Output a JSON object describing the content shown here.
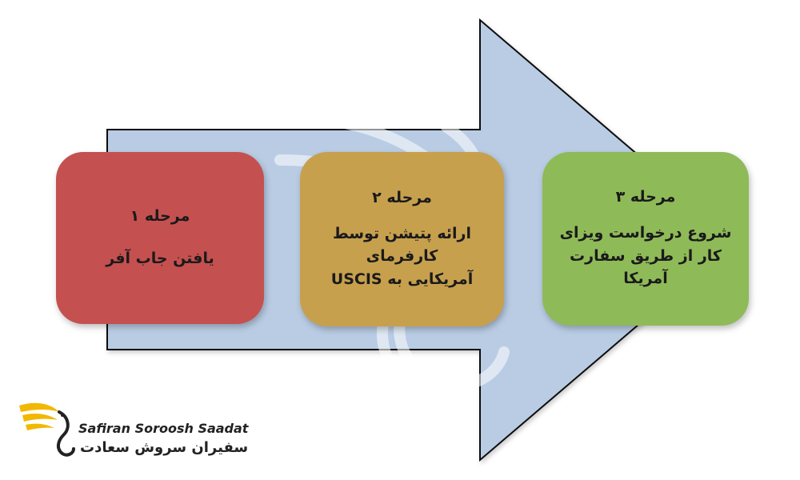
{
  "steps": [
    {
      "title": "مرحله ۱",
      "text": "یافتن جاب آفر",
      "color": "#c55050"
    },
    {
      "title": "مرحله ۲",
      "text": "ارائه پتیشن توسط\nکارفرمای\nآمریکایی به USCIS",
      "color": "#c7a04e"
    },
    {
      "title": "مرحله ۳",
      "text": "شروع درخواست ویزای\nکار از طریق سفارت\nآمریکا",
      "color": "#8fba58"
    }
  ],
  "arrow": {
    "fill": "#b9cce4",
    "stroke": "#111111"
  },
  "logo": {
    "name_en": "Safiran Soroosh Saadat",
    "name_fa": "سفیران سروش سعادت",
    "accent": "#f2b800"
  }
}
